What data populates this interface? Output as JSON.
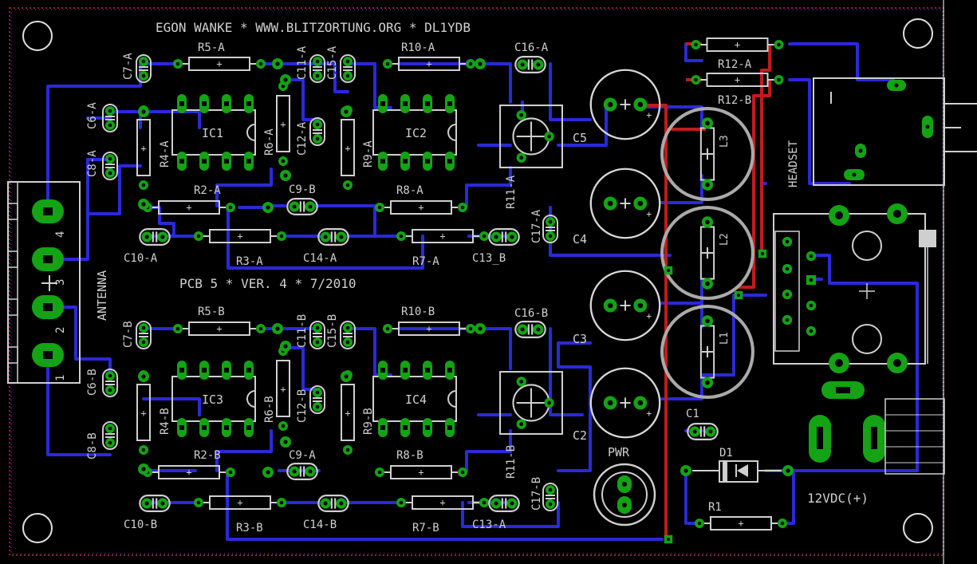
{
  "header": {
    "credit": "EGON WANKE * WWW.BLITZORTUNG.ORG * DL1YDB",
    "version": "PCB 5 * VER. 4 * 7/2010"
  },
  "labels": {
    "r5a": "R5-A",
    "r10a": "R10-A",
    "c16a": "C16-A",
    "c7a": "C7-A",
    "c11a": "C11-A",
    "c15a": "C15-A",
    "c6a": "C6-A",
    "c8a": "C8-A",
    "r4a": "R4-A",
    "r6a": "R6-A",
    "c12a": "C12-A",
    "r9a": "R9-A",
    "ic1": "IC1",
    "ic2": "IC2",
    "r2a": "R2-A",
    "r8a": "R8-A",
    "c9b": "C9-B",
    "r11a": "R11-A",
    "c17a": "C17-A",
    "c10a": "C10-A",
    "r3a": "R3-A",
    "c14a": "C14-A",
    "r7a": "R7-A",
    "c13b": "C13_B",
    "r5b": "R5-B",
    "r10b": "R10-B",
    "c16b": "C16-B",
    "c7b": "C7-B",
    "c11b": "C11-B",
    "c15b": "C15-B",
    "c6b": "C6-B",
    "c8b": "C8-B",
    "r4b": "R4-B",
    "r6b": "R6-B",
    "c12b": "C12-B",
    "r9b": "R9-B",
    "ic3": "IC3",
    "ic4": "IC4",
    "r2b": "R2-B",
    "r8b": "R8-B",
    "c9a": "C9-A",
    "r11b": "R11-B",
    "c17b": "C17-B",
    "c10b": "C10-B",
    "r3b": "R3-B",
    "c14b": "C14-B",
    "r7b": "R7-B",
    "c13a": "C13-A",
    "c5": "C5",
    "c4": "C4",
    "c3": "C3",
    "c2": "C2",
    "pwr": "PWR",
    "l1": "L1",
    "l2": "L2",
    "l3": "L3",
    "r12a": "R12-A",
    "r12b": "R12-B",
    "headset": "HEADSET",
    "c1": "C1",
    "d1": "D1",
    "r1": "R1",
    "vdc": "12VDC(+)",
    "antenna": "ANTENNA",
    "pin1": "1",
    "pin2": "2",
    "pin3": "3",
    "pin4": "4"
  },
  "colors": {
    "board": "#000000",
    "trace_bottom": "#2a2ad8",
    "trace_top": "#c01c1c",
    "pad": "#14a314",
    "silkscreen": "#cccccc",
    "outline": "#dedede"
  }
}
